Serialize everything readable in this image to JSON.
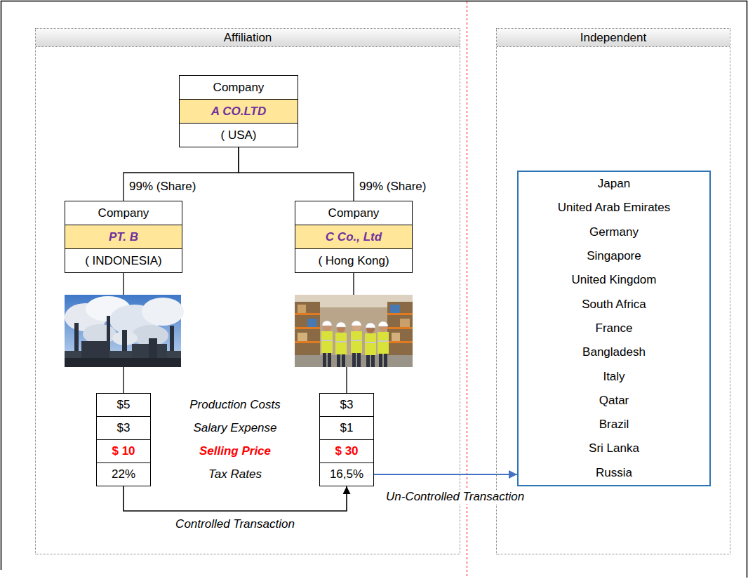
{
  "diagram": {
    "nodes": [
      {
        "text": [
          "Affiliation"
        ]
      },
      {
        "text": [
          "Company",
          "A CO.LTD",
          "( USA)"
        ],
        "in": 0
      },
      {
        "text": [
          "Company",
          "PT. B",
          "( INDONESIA)"
        ],
        "in": 0
      },
      {
        "text": [
          "Company",
          "C Co., Ltd",
          "( Hong Kong)"
        ],
        "in": 0
      },
      {
        "text": [
          "$5"
        ],
        "in": 0
      },
      {
        "text": [
          "$3"
        ],
        "in": 0
      },
      {
        "text": [
          "$ 10"
        ],
        "in": 0
      },
      {
        "text": [
          "22%"
        ],
        "in": 0
      },
      {
        "text": [
          "$3"
        ],
        "in": 0
      },
      {
        "text": [
          "$1"
        ],
        "in": 0
      },
      {
        "text": [
          "$ 30"
        ],
        "in": 0
      },
      {
        "text": [
          "16,5%"
        ],
        "in": 0
      },
      {
        "text": [
          "Independent"
        ]
      },
      {
        "text": [
          "Japan",
          "United Arab Emirates",
          "Germany",
          "Singapore",
          "United Kingdom",
          "South Africa",
          "France",
          "Bangladesh",
          "Italy",
          "Qatar",
          "Brazil",
          "Sri Lanka",
          "Russia"
        ],
        "in": 12
      }
    ],
    "edges": [
      {
        "from": 1,
        "to": 2,
        "arrow": "none",
        "label": "99% (Share)"
      },
      {
        "from": 1,
        "to": 3,
        "arrow": "none",
        "label": "99% (Share)"
      },
      {
        "from": 2,
        "to": 4,
        "arrow": "none"
      },
      {
        "from": 3,
        "to": 8,
        "arrow": "none"
      },
      {
        "from": 7,
        "to": 11,
        "arrow": "to",
        "label": "Controlled Transaction"
      },
      {
        "from": 11,
        "to": 13,
        "arrow": "to",
        "label": "Un-Controlled Transaction"
      }
    ],
    "labels": [
      "Production Costs",
      "Salary Expense",
      "Selling Price",
      "Tax Rates"
    ]
  }
}
